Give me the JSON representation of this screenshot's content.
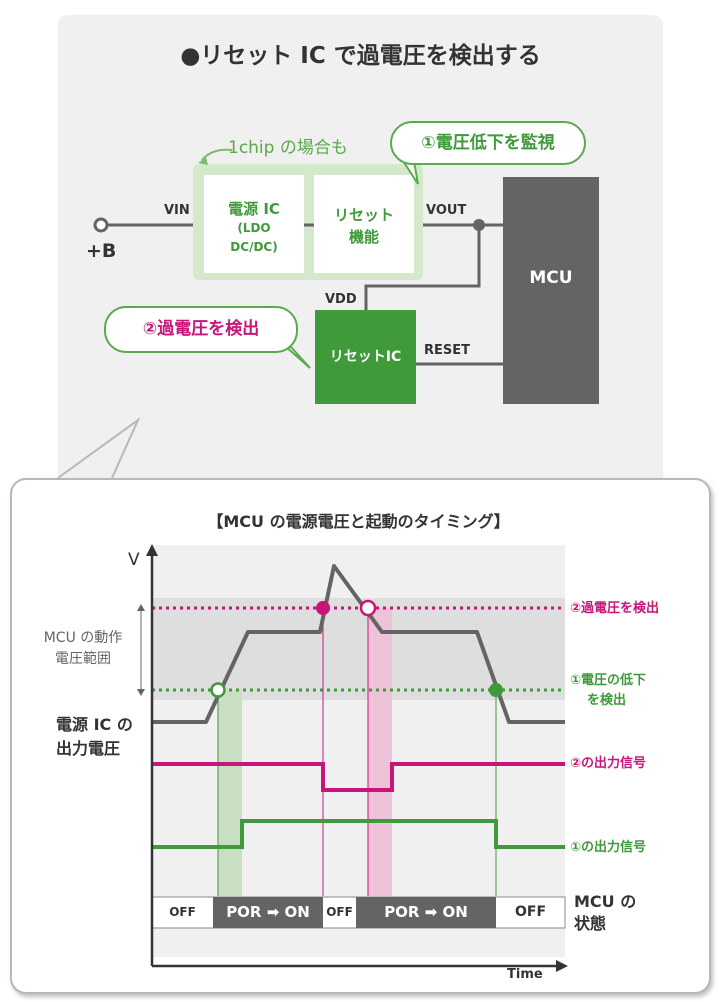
{
  "diagram": {
    "title": "●リセット IC で過電圧を検出する",
    "one_chip_note": "1chip の場合も",
    "power_ic": {
      "line1": "電源 IC",
      "line2": "(LDO",
      "line3": "DC/DC)"
    },
    "reset_block": {
      "line1": "リセット",
      "line2": "機能"
    },
    "mcu": "MCU",
    "reset_ic": "リセットIC",
    "labels": {
      "vin": "VIN",
      "vout": "VOUT",
      "vdd": "VDD",
      "reset": "RESET",
      "plus_b": "+B"
    },
    "callout_undervoltage": "①電圧低下を監視",
    "callout_overvoltage": "②過電圧を検出"
  },
  "timing": {
    "title": "【MCU の電源電圧と起動のタイミング】",
    "y_axis": "V",
    "x_axis": "Time",
    "range_label": {
      "line1": "MCU の動作",
      "line2": "電圧範囲"
    },
    "supply_label": {
      "line1": "電源 IC の",
      "line2": "出力電圧"
    },
    "over_threshold_label": "②過電圧を検出",
    "under_threshold_label": {
      "line1": "①電圧の低下",
      "line2": "を検出"
    },
    "signal2_label": "②の出力信号",
    "signal1_label": "①の出力信号",
    "state_label": {
      "line1": "MCU の",
      "line2": "状態"
    },
    "states": [
      "OFF",
      "POR ➡ ON",
      "OFF",
      "POR ➡ ON",
      "OFF"
    ],
    "colors": {
      "green": "#3e9a3a",
      "magenta": "#c8157a",
      "gray": "#646464",
      "band": "#dedede"
    }
  }
}
